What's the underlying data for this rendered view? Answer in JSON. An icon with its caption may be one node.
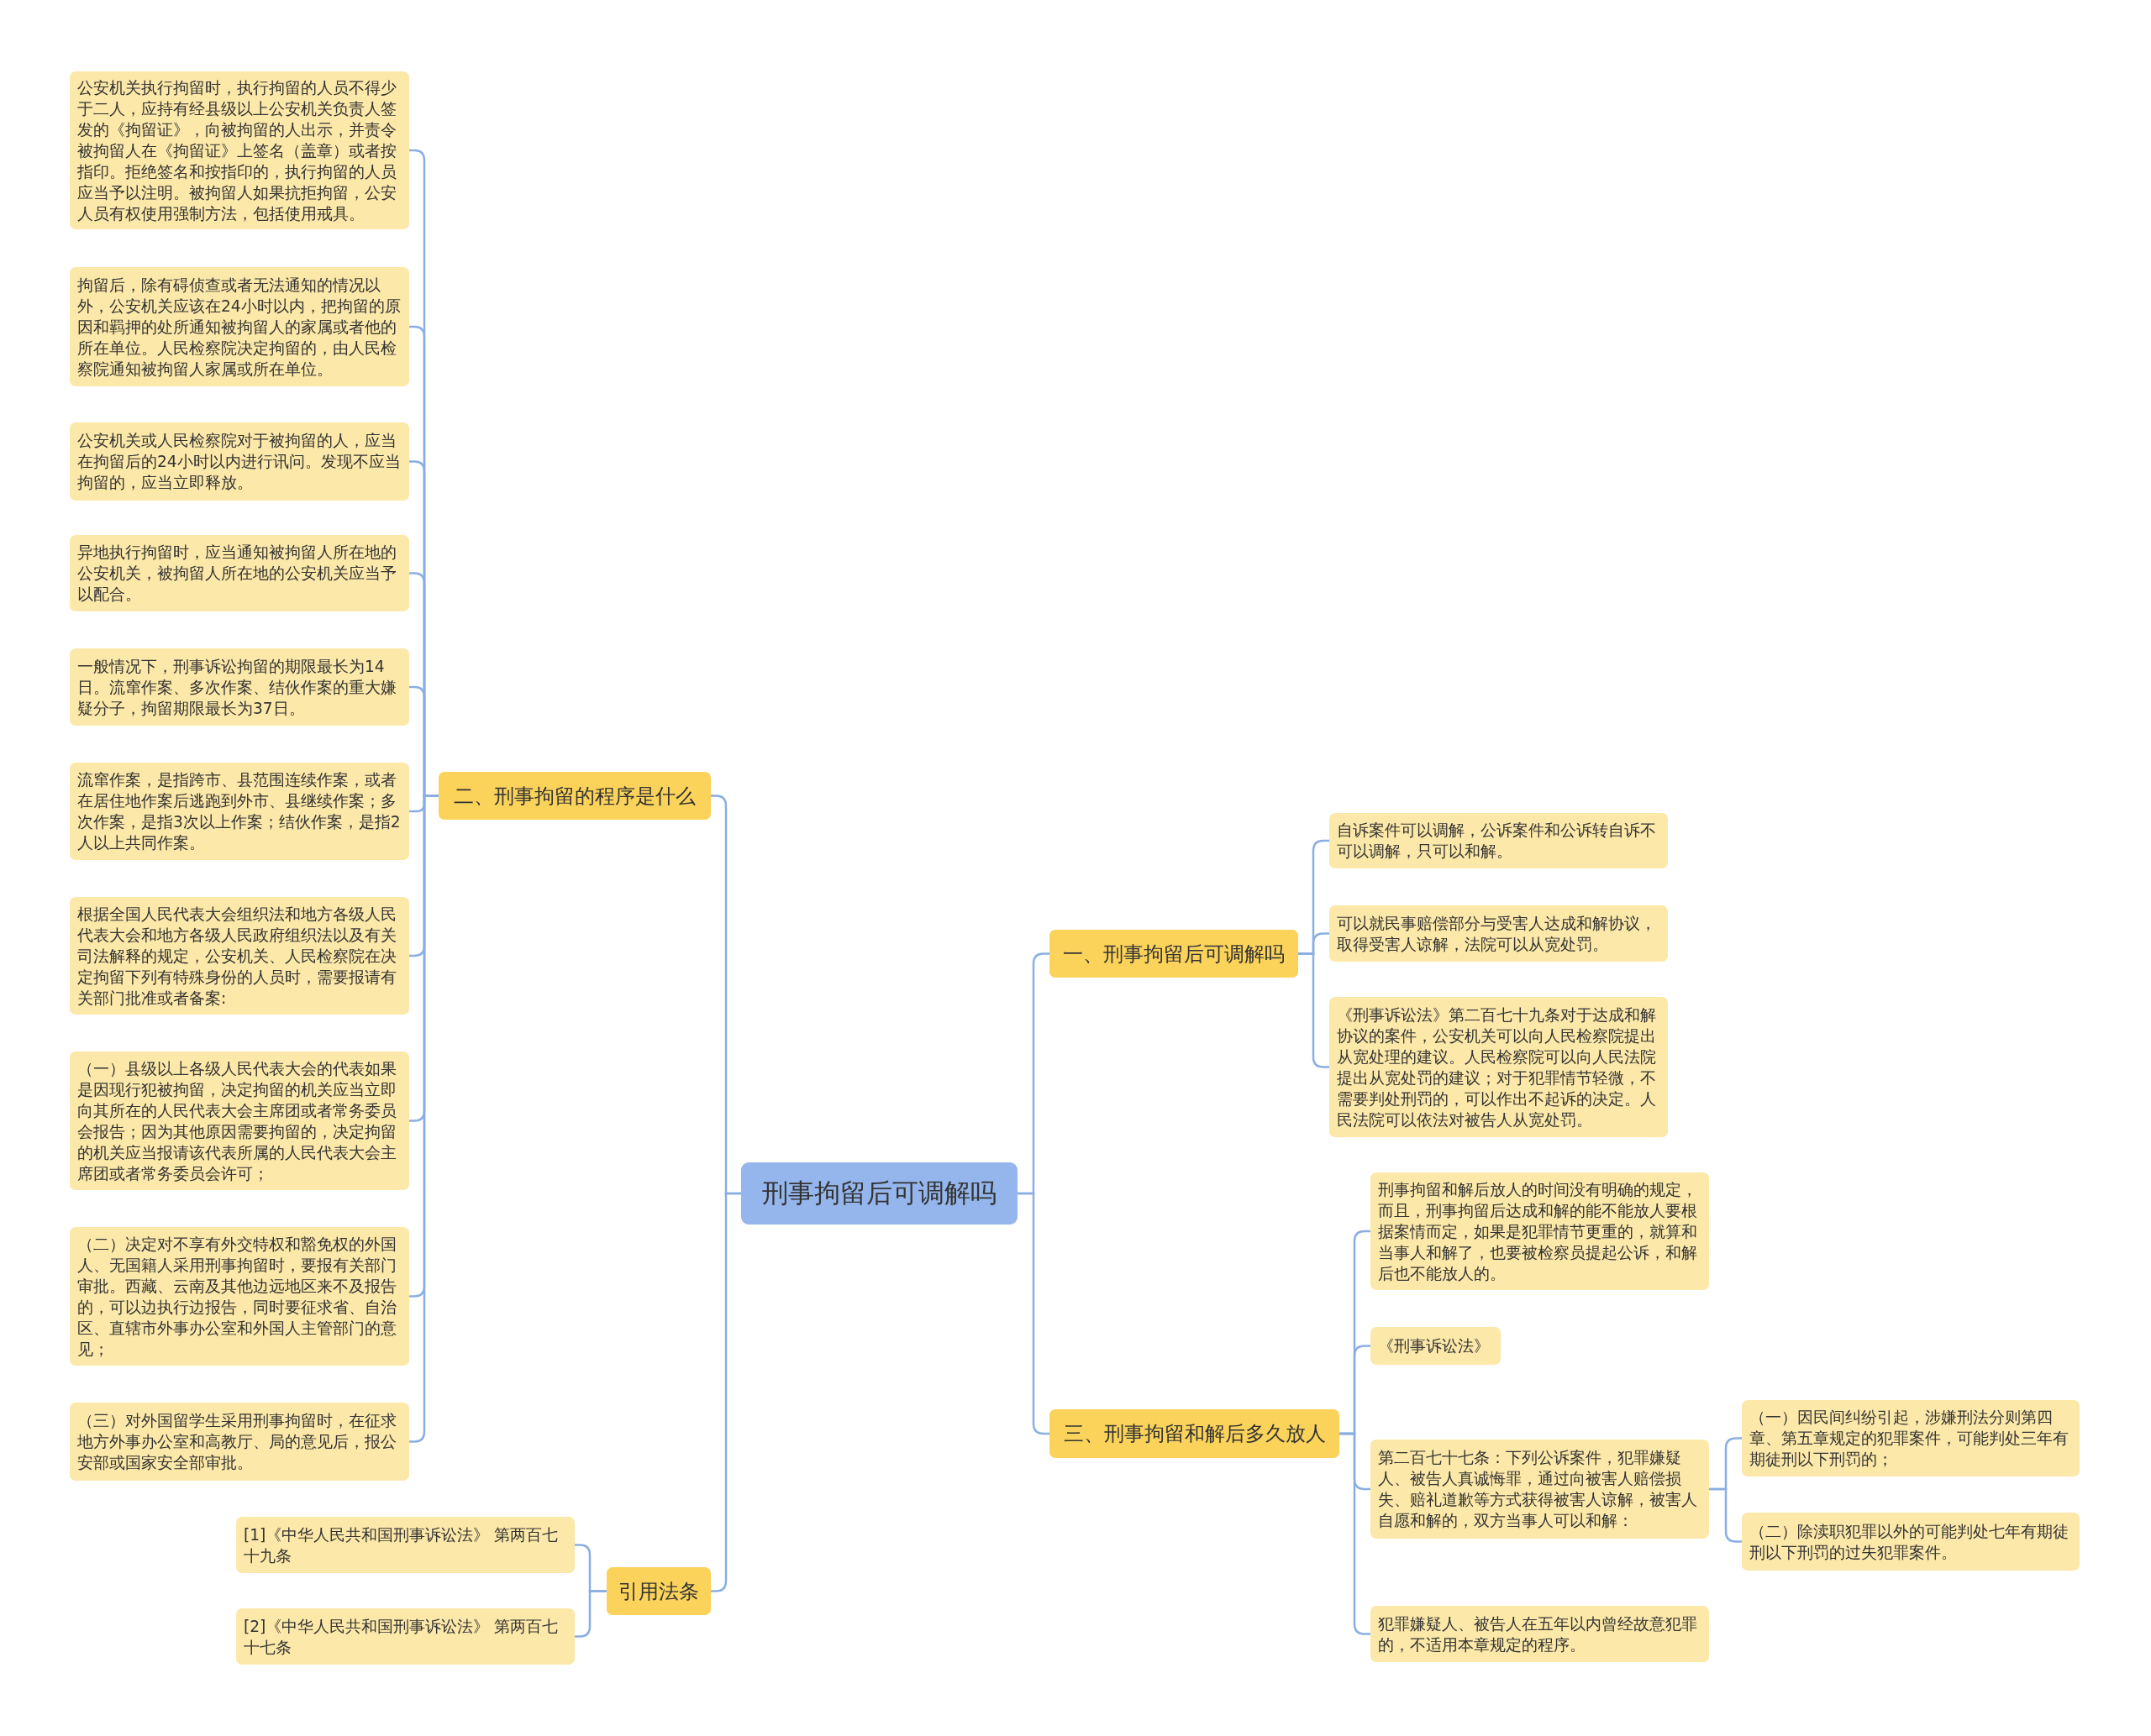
{
  "diagram": {
    "nodes": [
      {
        "text": [
          "刑事拘留后可调解吗"
        ]
      },
      {
        "text": [
          "二、刑事拘留的程序是什么"
        ]
      },
      {
        "text": [
          "公安机关执行拘留时，执行拘留的人员不得少于二人，应持有经县级以上公安机关负责人签发的《拘留证》，向被拘留的人出示，并责令被拘留人在《拘留证》上签名（盖章）或者按指印。拒绝签名和按指印的，执行拘留的人员应当予以注明。被拘留人如果抗拒拘留，公安人员有权使用强制方法，包括使用戒具。"
        ]
      },
      {
        "text": [
          "拘留后，除有碍侦查或者无法通知的情况以外，公安机关应该在24小时以内，把拘留的原因和羁押的处所通知被拘留人的家属或者他的所在单位。人民检察院决定拘留的，由人民检察院通知被拘留人家属或所在单位。"
        ]
      },
      {
        "text": [
          "公安机关或人民检察院对于被拘留的人，应当在拘留后的24小时以内进行讯问。发现不应当拘留的，应当立即释放。"
        ]
      },
      {
        "text": [
          "异地执行拘留时，应当通知被拘留人所在地的公安机关，被拘留人所在地的公安机关应当予以配合。"
        ]
      },
      {
        "text": [
          "一般情况下，刑事诉讼拘留的期限最长为14日。流窜作案、多次作案、结伙作案的重大嫌疑分子，拘留期限最长为37日。"
        ]
      },
      {
        "text": [
          "流窜作案，是指跨市、县范围连续作案，或者在居住地作案后逃跑到外市、县继续作案；多次作案，是指3次以上作案；结伙作案，是指2人以上共同作案。"
        ]
      },
      {
        "text": [
          "根据全国人民代表大会组织法和地方各级人民代表大会和地方各级人民政府组织法以及有关司法解释的规定，公安机关、人民检察院在决定拘留下列有特殊身份的人员时，需要报请有关部门批准或者备案:"
        ]
      },
      {
        "text": [
          "（一）县级以上各级人民代表大会的代表如果是因现行犯被拘留，决定拘留的机关应当立即向其所在的人民代表大会主席团或者常务委员会报告；因为其他原因需要拘留的，决定拘留的机关应当报请该代表所属的人民代表大会主席团或者常务委员会许可；"
        ]
      },
      {
        "text": [
          "（二）决定对不享有外交特权和豁免权的外国人、无国籍人采用刑事拘留时，要报有关部门审批。西藏、云南及其他边远地区来不及报告的，可以边执行边报告，同时要征求省、自治区、直辖市外事办公室和外国人主管部门的意见；"
        ]
      },
      {
        "text": [
          "（三）对外国留学生采用刑事拘留时，在征求地方外事办公室和高教厅、局的意见后，报公安部或国家安全部审批。"
        ]
      },
      {
        "text": [
          "引用法条"
        ]
      },
      {
        "text": [
          "[1]《中华人民共和国刑事诉讼法》 第两百七十九条"
        ]
      },
      {
        "text": [
          "[2]《中华人民共和国刑事诉讼法》 第两百七十七条"
        ]
      },
      {
        "text": [
          "一、刑事拘留后可调解吗"
        ]
      },
      {
        "text": [
          "自诉案件可以调解，公诉案件和公诉转自诉不可以调解，只可以和解。"
        ]
      },
      {
        "text": [
          "可以就民事赔偿部分与受害人达成和解协议，取得受害人谅解，法院可以从宽处罚。"
        ]
      },
      {
        "text": [
          "《刑事诉讼法》第二百七十九条对于达成和解协议的案件，公安机关可以向人民检察院提出从宽处理的建议。人民检察院可以向人民法院提出从宽处罚的建议；对于犯罪情节轻微，不需要判处刑罚的，可以作出不起诉的决定。人民法院可以依法对被告人从宽处罚。"
        ]
      },
      {
        "text": [
          "三、刑事拘留和解后多久放人"
        ]
      },
      {
        "text": [
          "刑事拘留和解后放人的时间没有明确的规定，而且，刑事拘留后达成和解的能不能放人要根据案情而定，如果是犯罪情节更重的，就算和当事人和解了，也要被检察员提起公诉，和解后也不能放人的。"
        ]
      },
      {
        "text": [
          "《刑事诉讼法》"
        ]
      },
      {
        "text": [
          "第二百七十七条：下列公诉案件，犯罪嫌疑人、被告人真诚悔罪，通过向被害人赔偿损失、赔礼道歉等方式获得被害人谅解，被害人自愿和解的，双方当事人可以和解："
        ]
      },
      {
        "text": [
          "（一）因民间纠纷引起，涉嫌刑法分则第四章、第五章规定的犯罪案件，可能判处三年有期徒刑以下刑罚的；"
        ]
      },
      {
        "text": [
          "（二）除渎职犯罪以外的可能判处七年有期徒刑以下刑罚的过失犯罪案件。"
        ]
      },
      {
        "text": [
          "犯罪嫌疑人、被告人在五年以内曾经故意犯罪的，不适用本章规定的程序。"
        ]
      }
    ],
    "edges": [
      {
        "from": 0,
        "to": 1,
        "arrow": "none"
      },
      {
        "from": 0,
        "to": 12,
        "arrow": "none"
      },
      {
        "from": 0,
        "to": 15,
        "arrow": "none"
      },
      {
        "from": 0,
        "to": 19,
        "arrow": "none"
      },
      {
        "from": 1,
        "to": 2,
        "arrow": "none"
      },
      {
        "from": 1,
        "to": 3,
        "arrow": "none"
      },
      {
        "from": 1,
        "to": 4,
        "arrow": "none"
      },
      {
        "from": 1,
        "to": 5,
        "arrow": "none"
      },
      {
        "from": 1,
        "to": 6,
        "arrow": "none"
      },
      {
        "from": 1,
        "to": 7,
        "arrow": "none"
      },
      {
        "from": 1,
        "to": 8,
        "arrow": "none"
      },
      {
        "from": 1,
        "to": 9,
        "arrow": "none"
      },
      {
        "from": 1,
        "to": 10,
        "arrow": "none"
      },
      {
        "from": 1,
        "to": 11,
        "arrow": "none"
      },
      {
        "from": 12,
        "to": 13,
        "arrow": "none"
      },
      {
        "from": 12,
        "to": 14,
        "arrow": "none"
      },
      {
        "from": 15,
        "to": 16,
        "arrow": "none"
      },
      {
        "from": 15,
        "to": 17,
        "arrow": "none"
      },
      {
        "from": 15,
        "to": 18,
        "arrow": "none"
      },
      {
        "from": 19,
        "to": 20,
        "arrow": "none"
      },
      {
        "from": 19,
        "to": 21,
        "arrow": "none"
      },
      {
        "from": 19,
        "to": 22,
        "arrow": "none"
      },
      {
        "from": 19,
        "to": 25,
        "arrow": "none"
      },
      {
        "from": 22,
        "to": 23,
        "arrow": "none"
      },
      {
        "from": 22,
        "to": 24,
        "arrow": "none"
      }
    ]
  }
}
